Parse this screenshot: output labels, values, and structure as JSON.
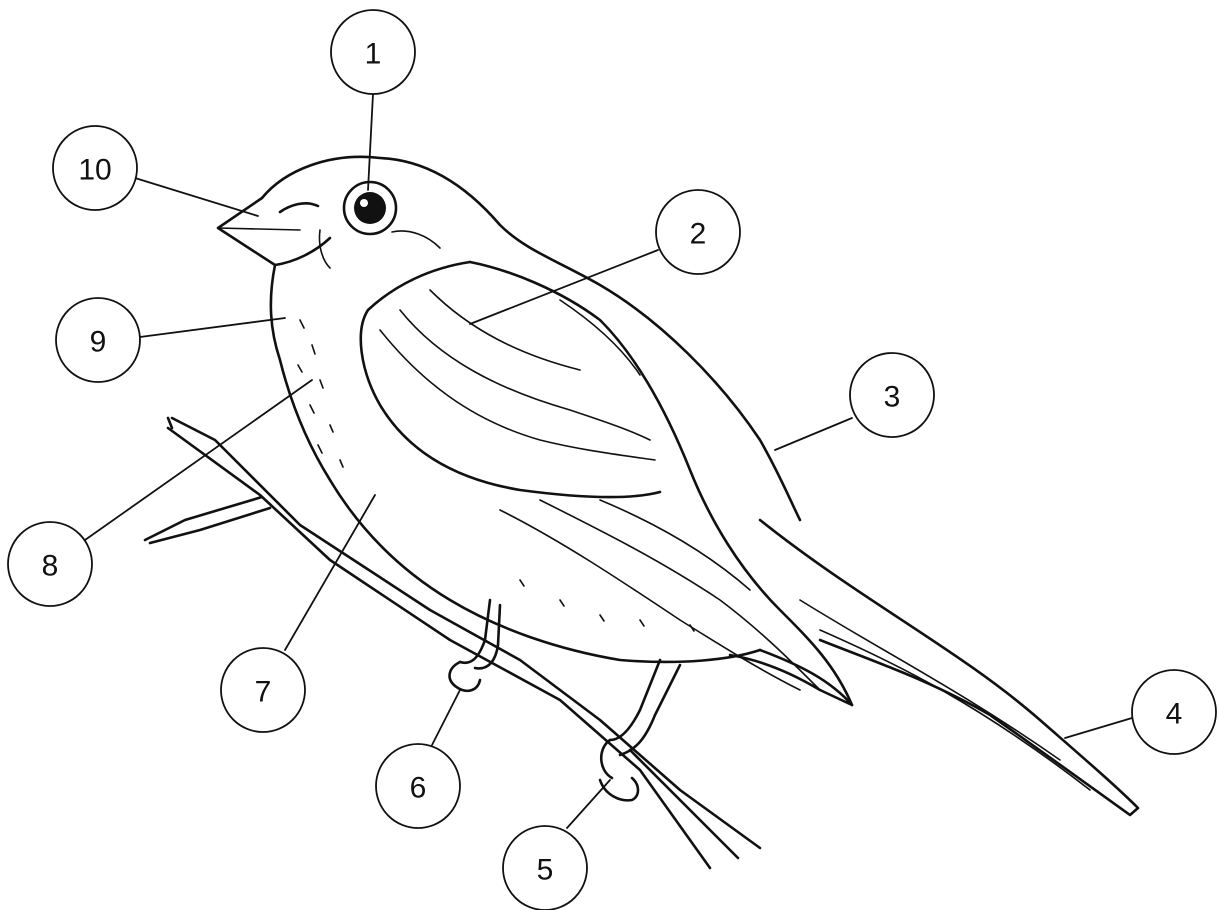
{
  "diagram": {
    "subject": "bird-perched-on-branch",
    "callouts": [
      {
        "id": "1",
        "label": "1",
        "part": "eye"
      },
      {
        "id": "2",
        "label": "2",
        "part": "wing"
      },
      {
        "id": "3",
        "label": "3",
        "part": "back"
      },
      {
        "id": "4",
        "label": "4",
        "part": "tail"
      },
      {
        "id": "5",
        "label": "5",
        "part": "foot"
      },
      {
        "id": "6",
        "label": "6",
        "part": "claw"
      },
      {
        "id": "7",
        "label": "7",
        "part": "belly"
      },
      {
        "id": "8",
        "label": "8",
        "part": "breast"
      },
      {
        "id": "9",
        "label": "9",
        "part": "throat"
      },
      {
        "id": "10",
        "label": "10",
        "part": "beak"
      }
    ],
    "colors": {
      "ink": "#111111",
      "background": "#ffffff"
    }
  }
}
